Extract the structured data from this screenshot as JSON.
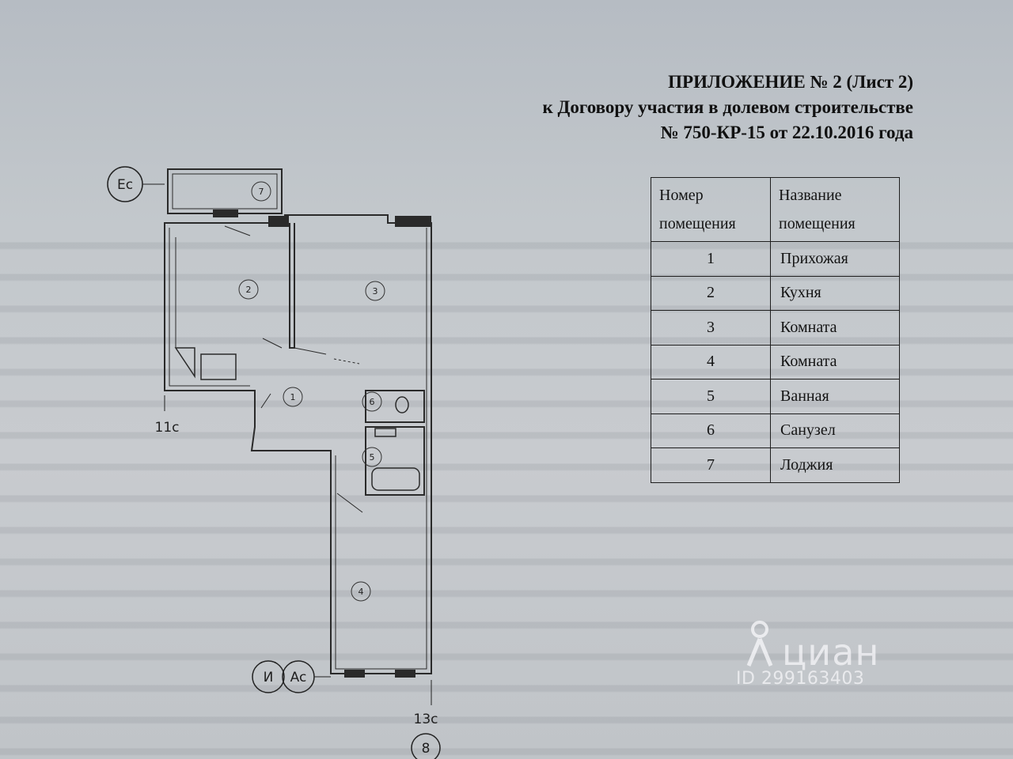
{
  "heading": {
    "line1": "ПРИЛОЖЕНИЕ № 2 (Лист 2)",
    "line2": "к Договору участия в долевом строительстве",
    "line3": "№ 750-КР-15 от 22.10.2016 года"
  },
  "table": {
    "header_col1_line1": "Номер",
    "header_col1_line2": "помещения",
    "header_col2_line1": "Название",
    "header_col2_line2": "помещения",
    "rows": [
      {
        "num": "1",
        "name": "Прихожая"
      },
      {
        "num": "2",
        "name": "Кухня"
      },
      {
        "num": "3",
        "name": "Комната"
      },
      {
        "num": "4",
        "name": "Комната"
      },
      {
        "num": "5",
        "name": "Ванная"
      },
      {
        "num": "6",
        "name": "Санузел"
      },
      {
        "num": "7",
        "name": "Лоджия"
      }
    ]
  },
  "plan": {
    "axes": {
      "ec": "Ec",
      "c11": "11c",
      "i": "И",
      "ac": "Ac",
      "c13": "13c",
      "n8": "8"
    },
    "room_markers": [
      "1",
      "2",
      "3",
      "4",
      "5",
      "6",
      "7"
    ]
  },
  "watermark": {
    "brand": "циан",
    "id": "ID 299163403"
  }
}
